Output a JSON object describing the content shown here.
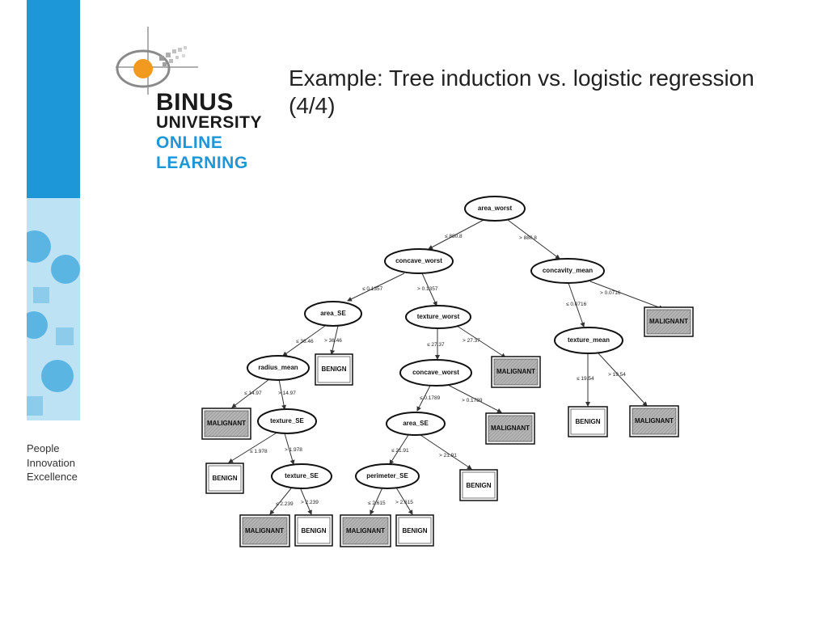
{
  "slide": {
    "title": "Example: Tree induction vs. logistic regression (4/4)",
    "tagline": [
      "People",
      "Innovation",
      "Excellence"
    ]
  },
  "logo": {
    "line1": "BINUS",
    "line2": "UNIVERSITY",
    "line3": "ONLINE",
    "line4": "LEARNING",
    "colors": {
      "blue": "#1e97d8",
      "orange": "#f29a1f",
      "dark": "#1a1a1a"
    }
  },
  "tree": {
    "nodes": {
      "area_worst": "area_worst",
      "concave_worst_1": "concave_worst",
      "concavity_mean": "concavity_mean",
      "area_SE": "area_SE",
      "texture_worst": "texture_worst",
      "texture_mean": "texture_mean",
      "radius_mean": "radius_mean",
      "concave_worst_2": "concave_worst",
      "texture_SE_1": "texture_SE",
      "area_SE_2": "area_SE",
      "texture_SE_2": "texture_SE",
      "perimeter_SE": "perimeter_SE"
    },
    "leaves": {
      "malignant_1": "MALIGNANT",
      "benign_1": "BENIGN",
      "malignant_2": "MALIGNANT",
      "malignant_3": "MALIGNANT",
      "benign_2": "BENIGN",
      "malignant_4": "MALIGNANT",
      "benign_3": "BENIGN",
      "malignant_5": "MALIGNANT",
      "benign_4": "BENIGN",
      "benign_5": "BENIGN",
      "malignant_6": "MALIGNANT",
      "malignant_7": "MALIGNANT",
      "benign_6": "BENIGN"
    },
    "edges": {
      "e1": "≤ 880.8",
      "e2": "> 880.8",
      "e3": "≤ 0.1357",
      "e4": "> 0.1357",
      "e5": "≤ 0.0716",
      "e6": "> 0.0716",
      "e7": "≤ 36.46",
      "e8": "> 36.46",
      "e9": "≤ 27.37",
      "e10": "> 27.37",
      "e11": "≤ 19.54",
      "e12": "> 19.54",
      "e13": "≤ 14.97",
      "e14": "> 14.97",
      "e15": "≤ 0.1789",
      "e16": "> 0.1789",
      "e17": "≤ 1.978",
      "e18": "> 1.978",
      "e19": "≤ 21.91",
      "e20": "> 21.91",
      "e21": "≤ 2.239",
      "e22": "> 2.239",
      "e23": "≤ 2.615",
      "e24": "> 2.615"
    }
  }
}
